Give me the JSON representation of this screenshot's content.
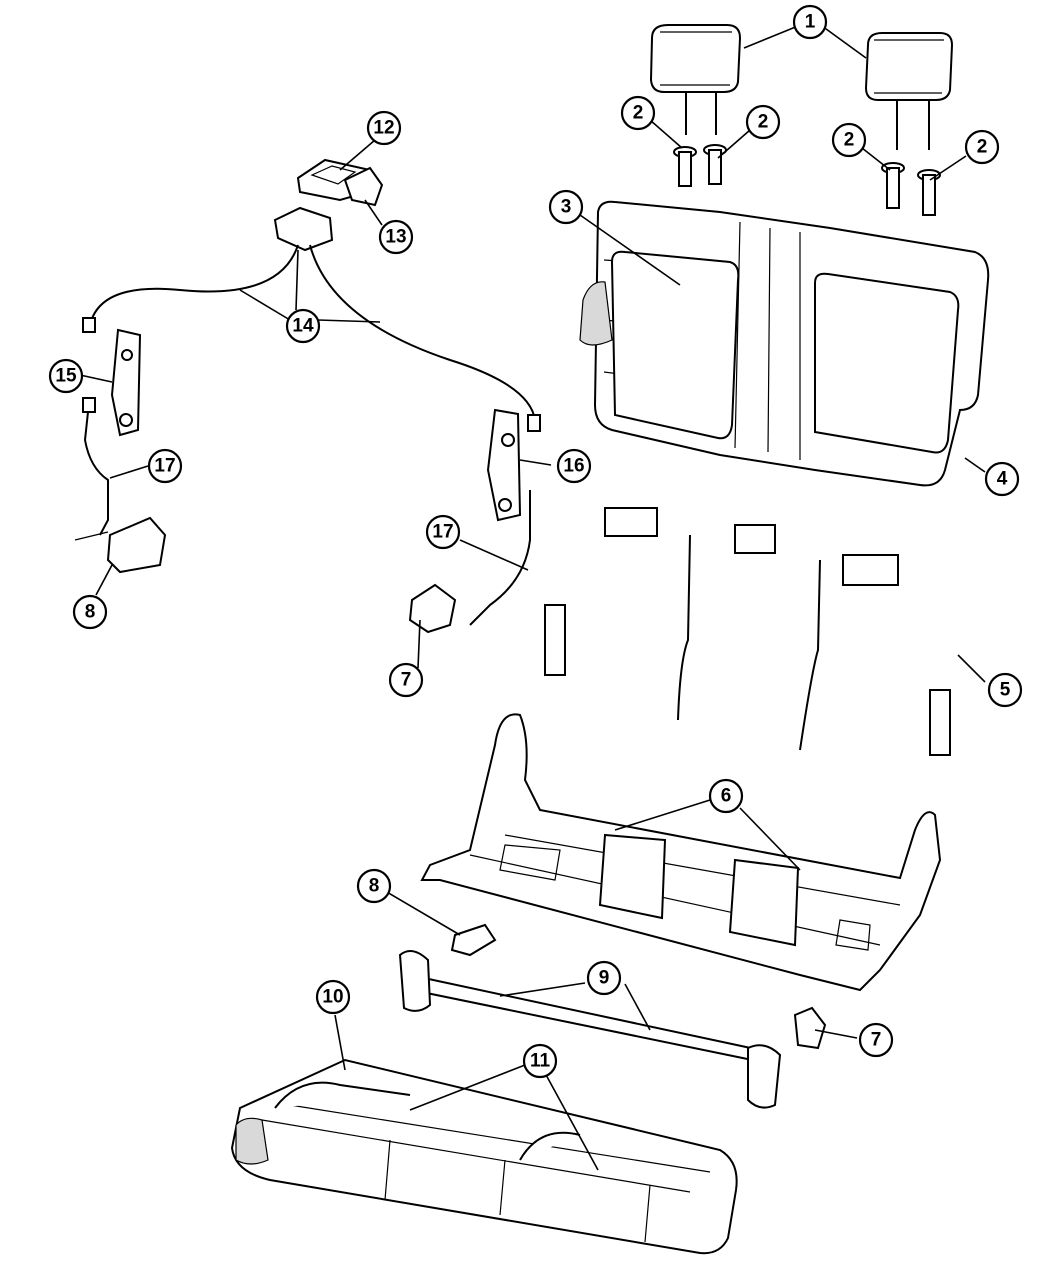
{
  "diagram": {
    "callouts": [
      {
        "id": "c1",
        "label": "1"
      },
      {
        "id": "c2a",
        "label": "2"
      },
      {
        "id": "c2b",
        "label": "2"
      },
      {
        "id": "c2c",
        "label": "2"
      },
      {
        "id": "c2d",
        "label": "2"
      },
      {
        "id": "c3",
        "label": "3"
      },
      {
        "id": "c4",
        "label": "4"
      },
      {
        "id": "c5",
        "label": "5"
      },
      {
        "id": "c6",
        "label": "6"
      },
      {
        "id": "c7a",
        "label": "7"
      },
      {
        "id": "c7b",
        "label": "7"
      },
      {
        "id": "c8a",
        "label": "8"
      },
      {
        "id": "c8b",
        "label": "8"
      },
      {
        "id": "c9",
        "label": "9"
      },
      {
        "id": "c10",
        "label": "10"
      },
      {
        "id": "c11",
        "label": "11"
      },
      {
        "id": "c12",
        "label": "12"
      },
      {
        "id": "c13",
        "label": "13"
      },
      {
        "id": "c14",
        "label": "14"
      },
      {
        "id": "c15",
        "label": "15"
      },
      {
        "id": "c16",
        "label": "16"
      },
      {
        "id": "c17a",
        "label": "17"
      },
      {
        "id": "c17b",
        "label": "17"
      }
    ]
  }
}
